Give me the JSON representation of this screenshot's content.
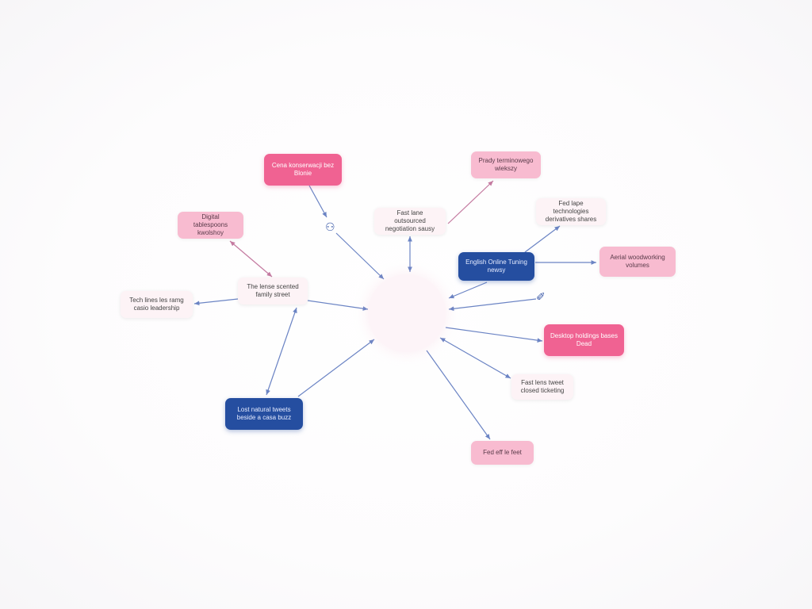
{
  "colors": {
    "hot_pink": "#f06292",
    "light_pink": "#f8bbd0",
    "pale_pink": "#fdf3f6",
    "navy": "#254ea0",
    "edge": "#6b84c4",
    "edge_pink": "#c47aa0"
  },
  "diagram": {
    "type": "mind-map",
    "nodes": [
      {
        "id": "n1",
        "label": "Cena konserwacji bez\nBlonie"
      },
      {
        "id": "n2",
        "label": "Prady terminowego\nwiekszy"
      },
      {
        "id": "n3",
        "label": "Fast lane outsourced\nnegotiation sausy"
      },
      {
        "id": "n4",
        "label": "Fed lape technologies\nderivatives shares"
      },
      {
        "id": "n5",
        "label": "Digital tablespoons\nkwolshoy"
      },
      {
        "id": "n6",
        "label": "English Online Tuning\nnewsy"
      },
      {
        "id": "n7",
        "label": "Aerial woodworking\nvolumes"
      },
      {
        "id": "n8",
        "label": "The lense scented\nfamily street"
      },
      {
        "id": "n9",
        "label": "Tech lines les ramg\ncasio leadership"
      },
      {
        "id": "n10",
        "label": "Desktop holdings bases\nDead"
      },
      {
        "id": "n11",
        "label": "Fast lens tweet\nclosed ticketing"
      },
      {
        "id": "n12",
        "label": "Lost natural tweets\nbeside a casa buzz"
      },
      {
        "id": "n13",
        "label": "Fed eff le feet"
      }
    ],
    "icons": [
      {
        "name": "palette-icon",
        "glyph": "⚇"
      },
      {
        "name": "tag-icon",
        "glyph": "✐"
      }
    ]
  }
}
